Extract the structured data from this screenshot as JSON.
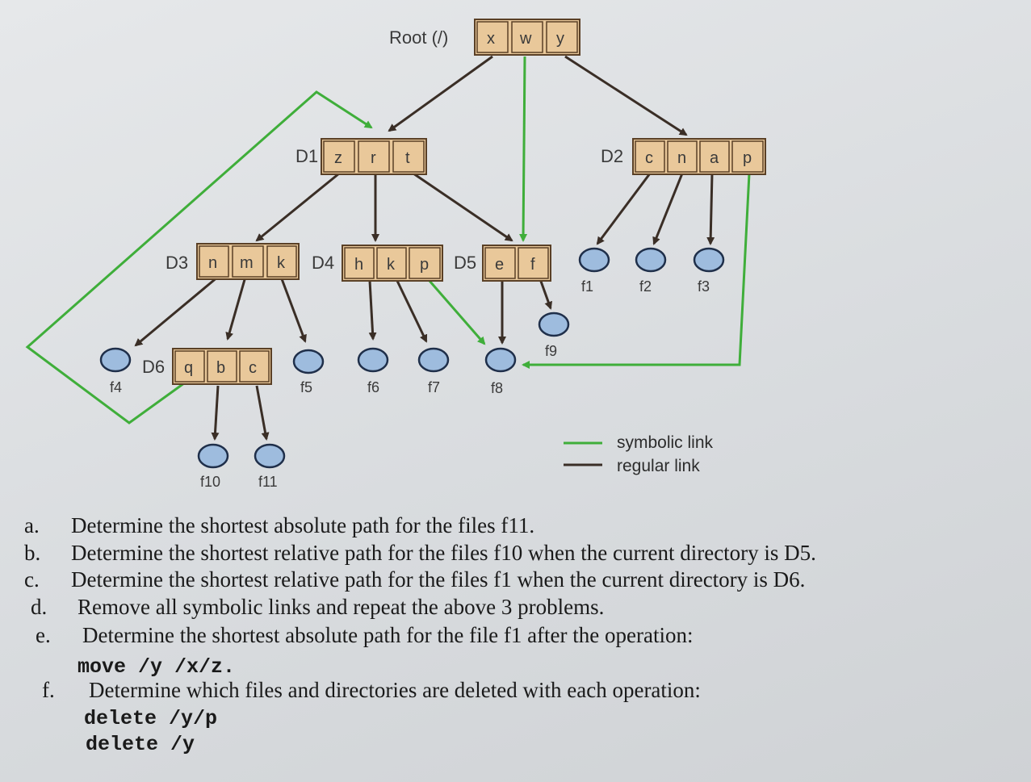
{
  "diagram": {
    "root": {
      "label": "Root (/)",
      "cells": [
        "x",
        "w",
        "y"
      ]
    },
    "directories": [
      {
        "id": "D1",
        "label": "D1",
        "cells": [
          "z",
          "r",
          "t"
        ]
      },
      {
        "id": "D2",
        "label": "D2",
        "cells": [
          "c",
          "n",
          "a",
          "p"
        ]
      },
      {
        "id": "D3",
        "label": "D3",
        "cells": [
          "n",
          "m",
          "k"
        ]
      },
      {
        "id": "D4",
        "label": "D4",
        "cells": [
          "h",
          "k",
          "p"
        ]
      },
      {
        "id": "D5",
        "label": "D5",
        "cells": [
          "e",
          "f"
        ]
      },
      {
        "id": "D6",
        "label": "D6",
        "cells": [
          "q",
          "b",
          "c"
        ]
      }
    ],
    "files": [
      "f1",
      "f2",
      "f3",
      "f4",
      "f5",
      "f6",
      "f7",
      "f8",
      "f9",
      "f10",
      "f11"
    ],
    "legend": [
      {
        "label": "symbolic link",
        "color": "#3fae3a"
      },
      {
        "label": "regular link",
        "color": "#3a2e26"
      }
    ],
    "colors": {
      "cell_fill": "#e9c89a",
      "cell_border": "#5a4026",
      "file_fill": "#9ebcde",
      "file_border": "#1f2f4a"
    }
  },
  "questions": [
    {
      "letter": "a.",
      "text": "Determine the shortest absolute path for the files f11."
    },
    {
      "letter": "b.",
      "text": "Determine the shortest relative path for the files f10 when the current directory is D5."
    },
    {
      "letter": "c.",
      "text": "Determine the shortest relative path for the files f1 when the current directory is D6."
    },
    {
      "letter": "d.",
      "text": "Remove all symbolic links and repeat the above 3 problems."
    },
    {
      "letter": "e.",
      "text": "Determine the shortest absolute path for the file f1 after the operation:",
      "code": [
        "move /y /x/z."
      ]
    },
    {
      "letter": "f.",
      "text": "Determine which files and directories are deleted with each operation:",
      "code": [
        "delete /y/p",
        "delete /y"
      ]
    }
  ]
}
